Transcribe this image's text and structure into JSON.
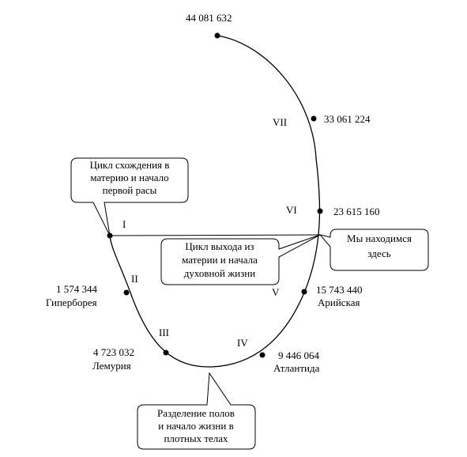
{
  "points": [
    {
      "number": "44 081 632",
      "place": ""
    },
    {
      "number": "33 061 224",
      "place": ""
    },
    {
      "number": "23 615 160",
      "place": ""
    },
    {
      "number": "15 743 440",
      "place": "Арийская"
    },
    {
      "number": "9 446 064",
      "place": "Атлантида"
    },
    {
      "number": "4 723 032",
      "place": "Лемурия"
    },
    {
      "number": "1 574 344",
      "place": "Гиперборея"
    }
  ],
  "races": [
    "I",
    "II",
    "III",
    "IV",
    "V",
    "VI",
    "VII"
  ],
  "callouts": {
    "descent": [
      "Цикл схождения в",
      "материю и начало",
      "первой расы"
    ],
    "ascent": [
      "Цикл выхода из",
      "материи и начала",
      "духовной жизни"
    ],
    "here": [
      "Мы находимся",
      "здесь"
    ],
    "separation": [
      "Разделение полов",
      "и начало жизни в",
      "плотных телах"
    ]
  }
}
